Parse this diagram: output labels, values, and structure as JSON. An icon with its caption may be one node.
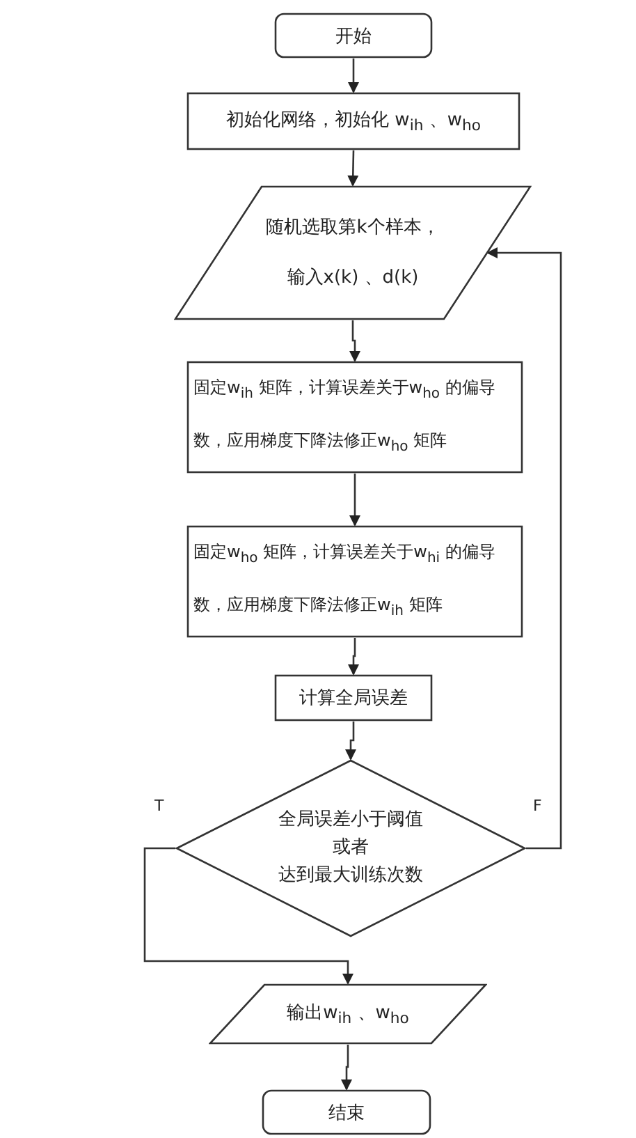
{
  "diagram": {
    "nodes": [
      {
        "text": [
          "开始"
        ]
      },
      {
        "text": [
          "初始化网络，初始化 w$_{ih}$ 、w$_{ho}$"
        ]
      },
      {
        "text": [
          "随机选取第k个样本，输入x(k) 、d(k)"
        ]
      },
      {
        "text": [
          "固定w$_{ih}$ 矩阵，计算误差关于w$_{ho}$ 的偏导数，应用梯度下降法修正w$_{ho}$ 矩阵"
        ]
      },
      {
        "text": [
          "固定w$_{ho}$ 矩阵，计算误差关于w$_{hi}$ 的偏导数，应用梯度下降法修正w$_{ih}$ 矩阵"
        ]
      },
      {
        "text": [
          "计算全局误差"
        ]
      },
      {
        "text": [
          "全局误差小于阈值",
          "或者",
          "达到最大训练次数"
        ]
      },
      {
        "text": [
          "输出w$_{ih}$ 、w$_{ho}$"
        ]
      },
      {
        "text": [
          "结束"
        ]
      }
    ],
    "edges": [
      {
        "from": 0,
        "to": 1,
        "arrow": "to"
      },
      {
        "from": 1,
        "to": 2,
        "arrow": "to"
      },
      {
        "from": 2,
        "to": 3,
        "arrow": "to"
      },
      {
        "from": 3,
        "to": 4,
        "arrow": "to"
      },
      {
        "from": 4,
        "to": 5,
        "arrow": "to"
      },
      {
        "from": 5,
        "to": 6,
        "arrow": "to"
      },
      {
        "from": 6,
        "to": 7,
        "arrow": "to",
        "label": "T"
      },
      {
        "from": 7,
        "to": 8,
        "arrow": "to"
      },
      {
        "from": 6,
        "to": 2,
        "arrow": "to",
        "label": "F"
      }
    ]
  }
}
